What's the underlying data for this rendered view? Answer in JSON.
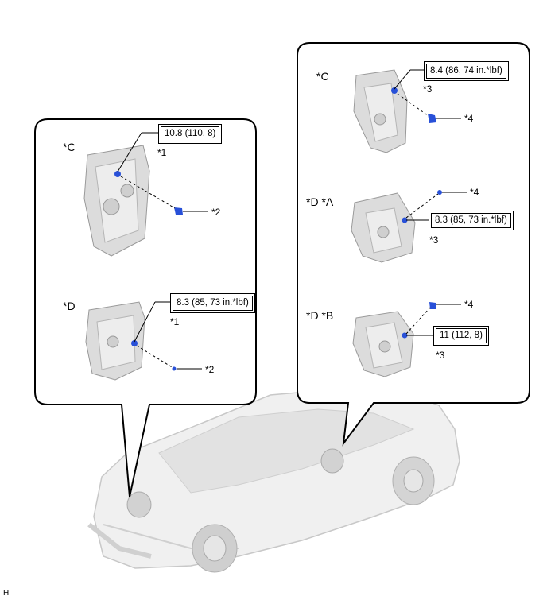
{
  "left_panel": {
    "top": {
      "variant": "*C",
      "part_ref": "*1",
      "part_ref2": "*2",
      "torque": "10.8 (110, 8)"
    },
    "bottom": {
      "variant": "*D",
      "part_ref": "*1",
      "part_ref2": "*2",
      "torque": "8.3 (85, 73 in.*lbf)"
    }
  },
  "right_panel": {
    "top": {
      "variant": "*C",
      "part_ref": "*3",
      "part_ref2": "*4",
      "torque": "8.4 (86, 74 in.*lbf)"
    },
    "middle": {
      "variant": "*D *A",
      "part_ref": "*3",
      "part_ref2": "*4",
      "torque": "8.3 (85, 73 in.*lbf)"
    },
    "bottom": {
      "variant": "*D *B",
      "part_ref": "*3",
      "part_ref2": "*4",
      "torque": "11 (112, 8)"
    }
  },
  "corner_label": "H",
  "colors": {
    "part_blue": "#2850d8",
    "outline": "#000000",
    "car_fill": "#eeeeee",
    "caliper_fill": "#dcdcdc"
  }
}
